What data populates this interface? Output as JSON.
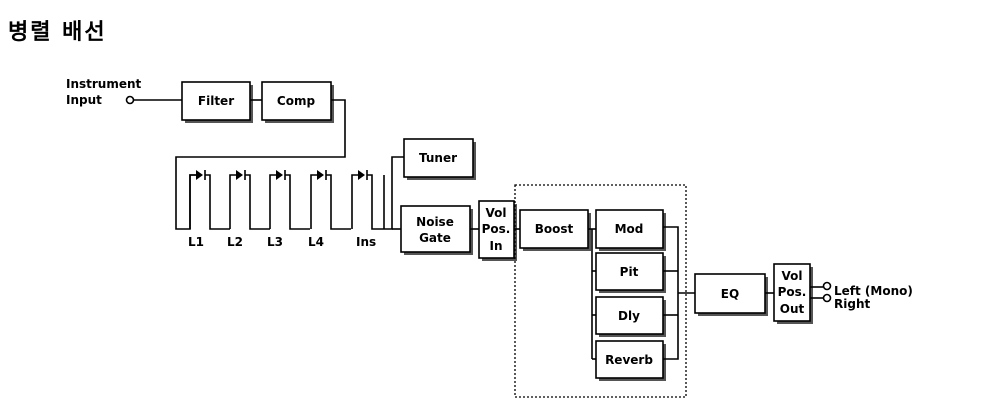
{
  "title": "병렬 배선",
  "input": {
    "line1": "Instrument",
    "line2": "Input"
  },
  "blocks": {
    "filter": "Filter",
    "comp": "Comp",
    "tuner": "Tuner",
    "noise_gate": [
      "Noise",
      "Gate"
    ],
    "vol_pos_in": [
      "Vol",
      "Pos.",
      "In"
    ],
    "boost": "Boost",
    "mod": "Mod",
    "pit": "Pit",
    "dly": "Dly",
    "reverb": "Reverb",
    "eq": "EQ",
    "vol_pos_out": [
      "Vol",
      "Pos.",
      "Out"
    ]
  },
  "loops": [
    "L1",
    "L2",
    "L3",
    "L4",
    "Ins"
  ],
  "outputs": {
    "left": "Left (Mono)",
    "right": "Right"
  }
}
